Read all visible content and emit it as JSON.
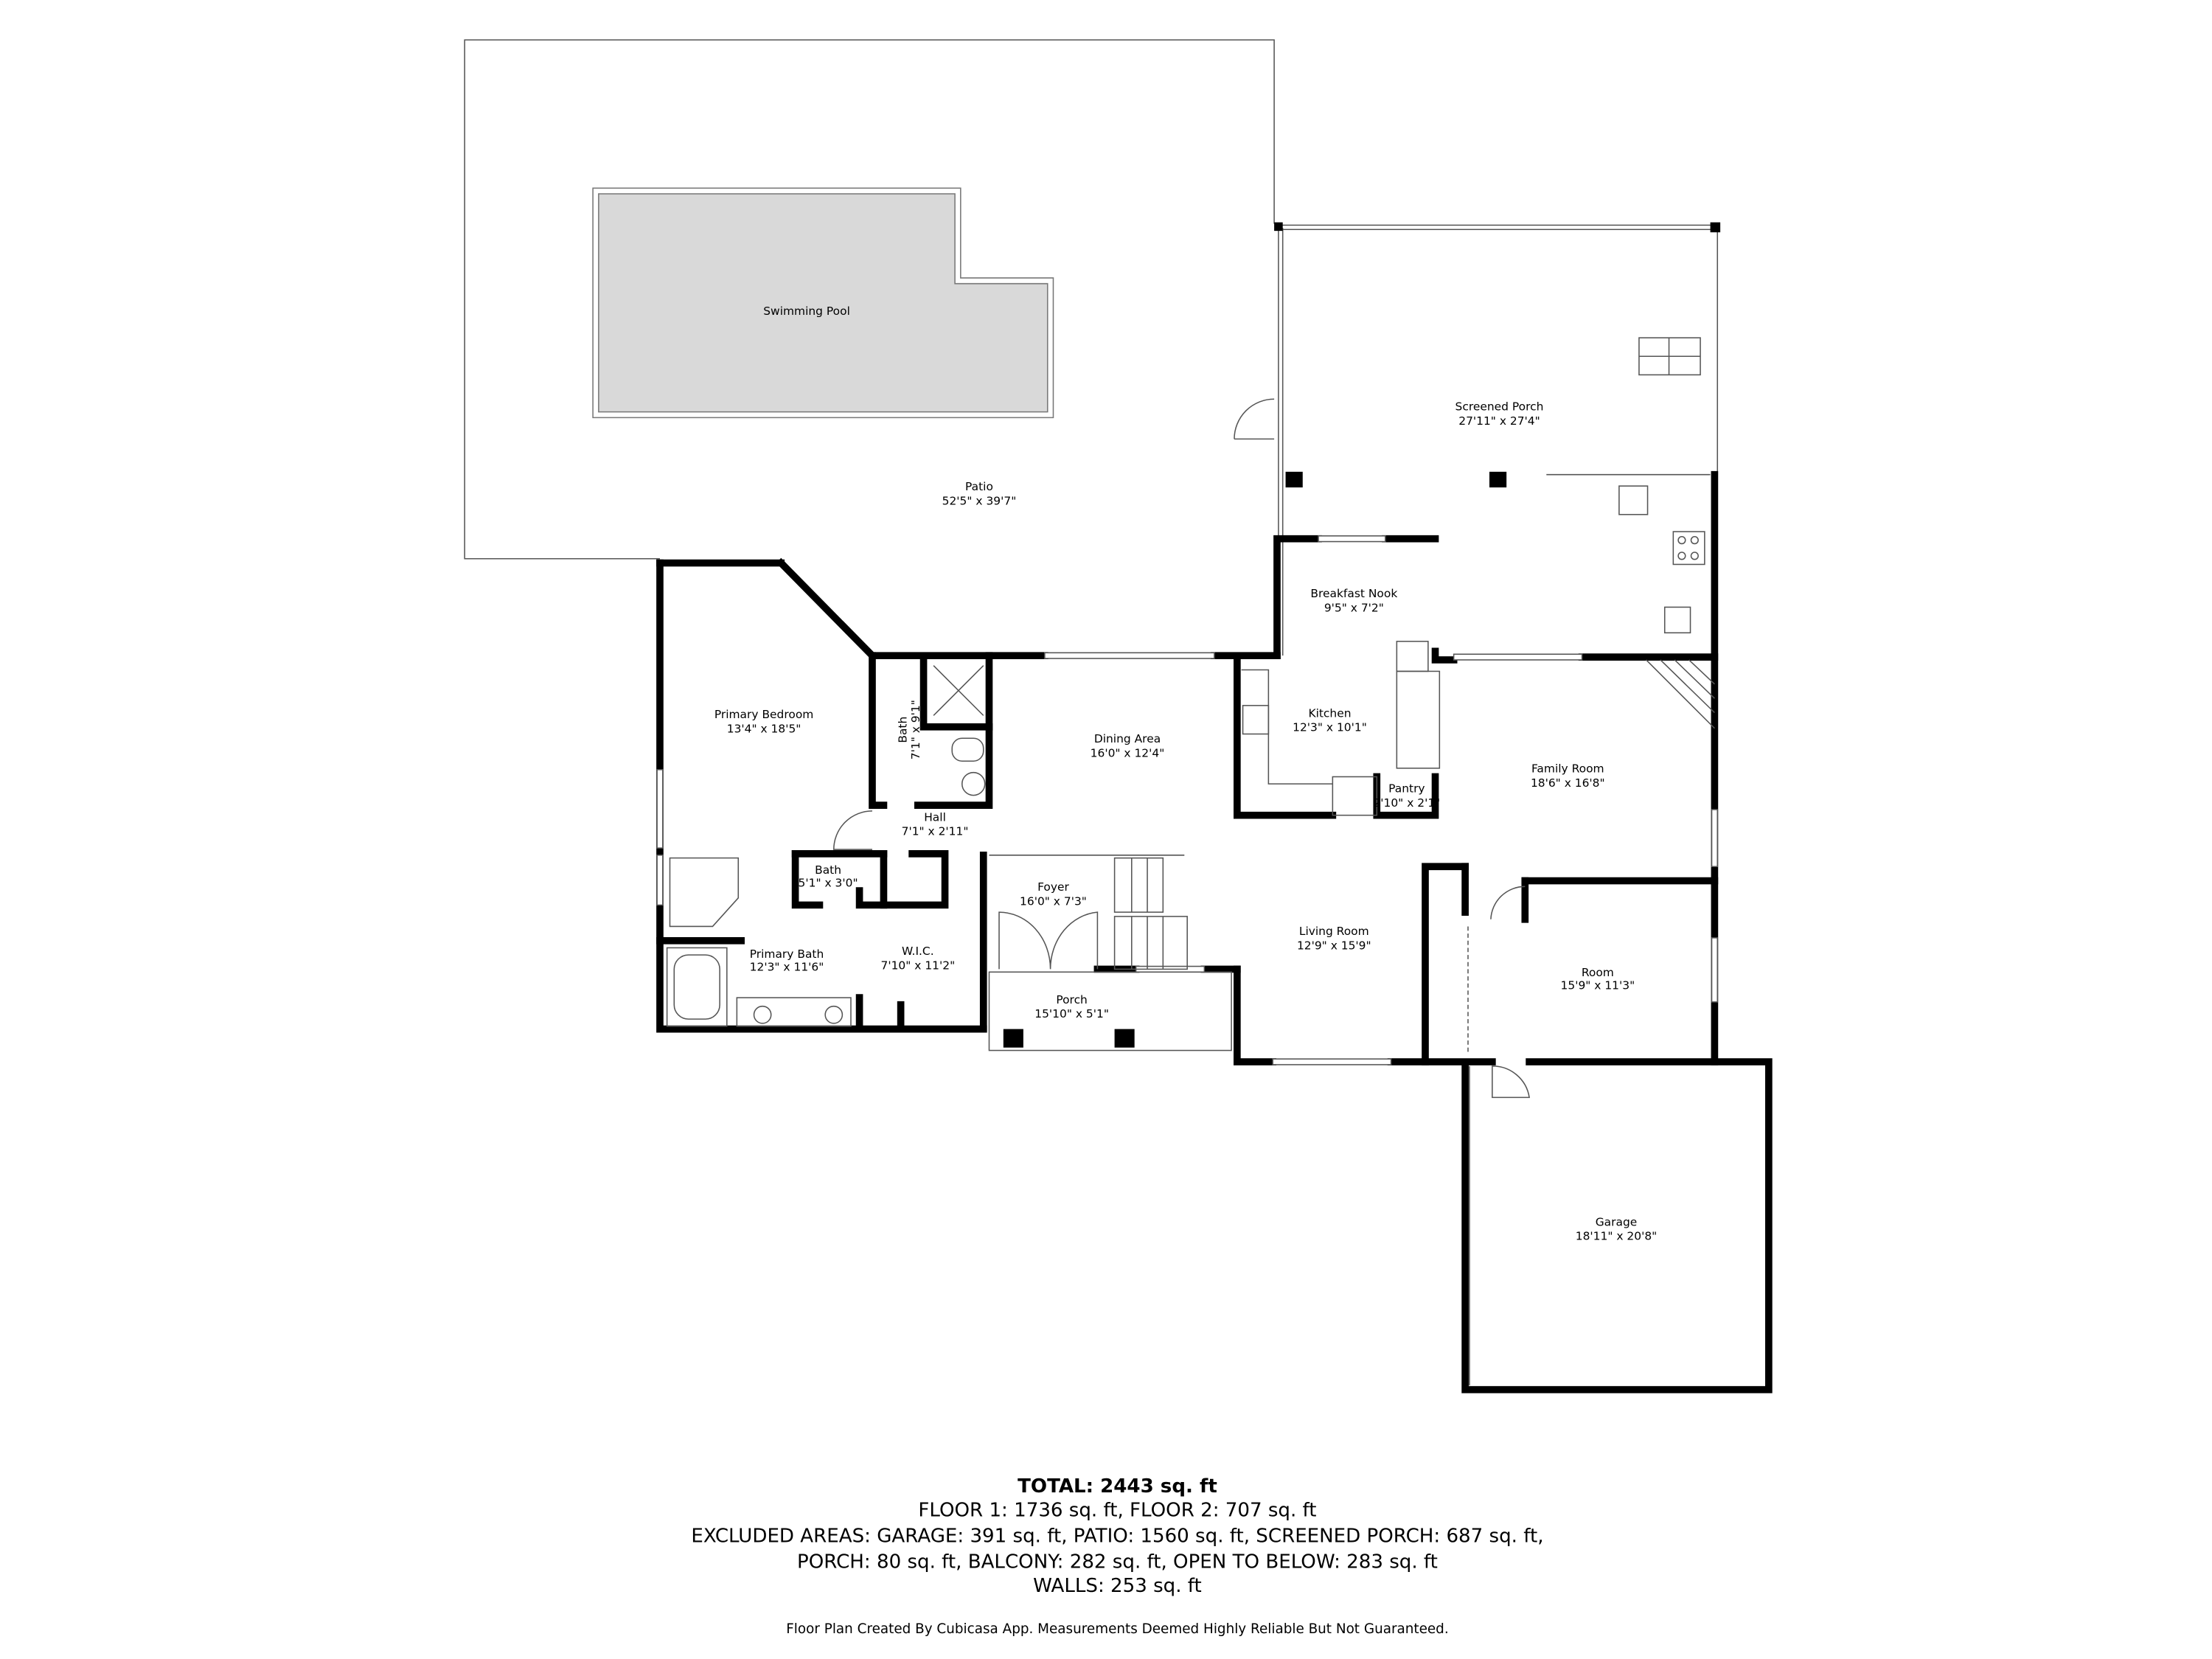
{
  "rooms": {
    "swimming_pool": {
      "name": "Swimming Pool"
    },
    "patio": {
      "name": "Patio",
      "dims": "52'5\" x 39'7\""
    },
    "screened_porch": {
      "name": "Screened Porch",
      "dims": "27'11\" x 27'4\""
    },
    "breakfast_nook": {
      "name": "Breakfast Nook",
      "dims": "9'5\" x 7'2\""
    },
    "kitchen": {
      "name": "Kitchen",
      "dims": "12'3\" x 10'1\""
    },
    "dining_area": {
      "name": "Dining Area",
      "dims": "16'0\" x 12'4\""
    },
    "primary_bedroom": {
      "name": "Primary Bedroom",
      "dims": "13'4\" x 18'5\""
    },
    "bath_1": {
      "name": "Bath",
      "dims": "7'1\" x 9'1\""
    },
    "hall": {
      "name": "Hall",
      "dims": "7'1\" x 2'11\""
    },
    "family_room": {
      "name": "Family Room",
      "dims": "18'6\" x 16'8\""
    },
    "pantry": {
      "name": "Pantry",
      "dims": "2'10\" x 2'1\""
    },
    "bath_2": {
      "name": "Bath",
      "dims": "5'1\" x 3'0\""
    },
    "foyer": {
      "name": "Foyer",
      "dims": "16'0\" x 7'3\""
    },
    "living_room": {
      "name": "Living Room",
      "dims": "12'9\" x 15'9\""
    },
    "room": {
      "name": "Room",
      "dims": "15'9\" x 11'3\""
    },
    "primary_bath": {
      "name": "Primary Bath",
      "dims": "12'3\" x 11'6\""
    },
    "wic": {
      "name": "W.I.C.",
      "dims": "7'10\" x 11'2\""
    },
    "porch": {
      "name": "Porch",
      "dims": "15'10\" x 5'1\""
    },
    "garage": {
      "name": "Garage",
      "dims": "18'11\" x 20'8\""
    }
  },
  "summary": {
    "total": "TOTAL: 2443 sq. ft",
    "floors": "FLOOR 1: 1736 sq. ft, FLOOR 2: 707 sq. ft",
    "excluded_1": "EXCLUDED AREAS: GARAGE: 391 sq. ft, PATIO: 1560 sq. ft, SCREENED PORCH: 687 sq. ft,",
    "excluded_2": "PORCH: 80 sq. ft, BALCONY: 282 sq. ft, OPEN TO BELOW: 283 sq. ft",
    "walls": "WALLS: 253 sq. ft",
    "disclaimer": "Floor Plan Created By Cubicasa App. Measurements Deemed Highly Reliable But Not Guaranteed."
  },
  "colors": {
    "walls": "#000000",
    "pool_fill": "#d9d9d9",
    "background": "#ffffff"
  }
}
